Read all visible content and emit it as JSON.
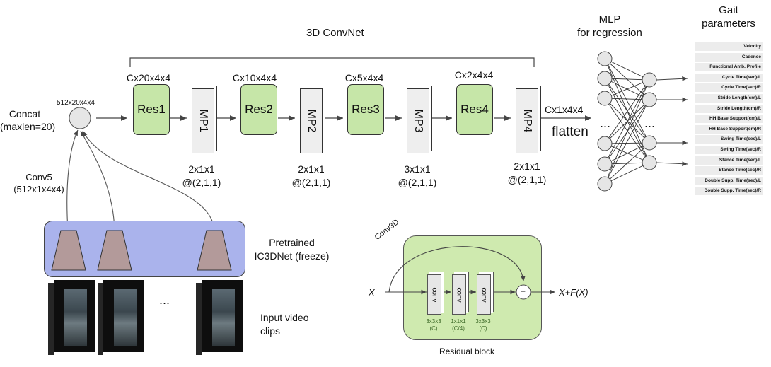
{
  "title_convnet": "3D ConvNet",
  "title_mlp": [
    "MLP",
    "for regression"
  ],
  "title_gait": [
    "Gait",
    "parameters"
  ],
  "concat_label": [
    "Concat",
    "(maxlen=20)"
  ],
  "concat_size": "512x20x4x4",
  "conv5_label": [
    "Conv5",
    "(512x1x4x4)"
  ],
  "stages": [
    {
      "res": "Res1",
      "res_shape": "Cx20x4x4",
      "mp": "MP1",
      "mp_spec": [
        "2x1x1",
        "@(2,1,1)"
      ]
    },
    {
      "res": "Res2",
      "res_shape": "Cx10x4x4",
      "mp": "MP2",
      "mp_spec": [
        "2x1x1",
        "@(2,1,1)"
      ]
    },
    {
      "res": "Res3",
      "res_shape": "Cx5x4x4",
      "mp": "MP3",
      "mp_spec": [
        "3x1x1",
        "@(2,1,1)"
      ]
    },
    {
      "res": "Res4",
      "res_shape": "Cx2x4x4",
      "mp": "MP4",
      "mp_spec": [
        "2x1x1",
        "@(2,1,1)"
      ]
    }
  ],
  "flatten_shape": "Cx1x4x4",
  "flatten_label": "flatten",
  "mlp_ellipsis": "...",
  "gait_params": [
    "Velocity",
    "Cadence",
    "Functional Amb. Profile",
    "Cycle Time(sec)/L",
    "Cycle Time(sec)/R",
    "Stride Length(cm)/L",
    "Stride Length(cm)/R",
    "HH Base Support(cm)/L",
    "HH Base Support(cm)/R",
    "Swing Time(sec)/L",
    "Swing Time(sec)/R",
    "Stance Time(sec)/L",
    "Stance Time(sec)/R",
    "Double Supp. Time(sec)/L",
    "Double Supp. Time(sec)/R"
  ],
  "pretrained_label": [
    "Pretrained",
    "IC3DNet (freeze)"
  ],
  "video_label": [
    "Input video",
    "clips"
  ],
  "video_ellipsis": "...",
  "residual": {
    "conv3d_label": "Conv3D",
    "input": "X",
    "output": "X+F(X)",
    "plus": "+",
    "convs": [
      {
        "label": "conv",
        "kernel": "3x3x3",
        "channels": "(C)"
      },
      {
        "label": "conv",
        "kernel": "1x1x1",
        "channels": "(C/4)"
      },
      {
        "label": "conv",
        "kernel": "3x3x3",
        "channels": "(C)"
      }
    ],
    "caption": "Residual block"
  },
  "colors": {
    "res_fill": "#c6e6a8",
    "ic3d_fill": "#aab3ec",
    "trapezoid_fill": "#b39a9a",
    "residual_bg": "#cfeaaf",
    "mp_fill": "#eeeeee"
  }
}
